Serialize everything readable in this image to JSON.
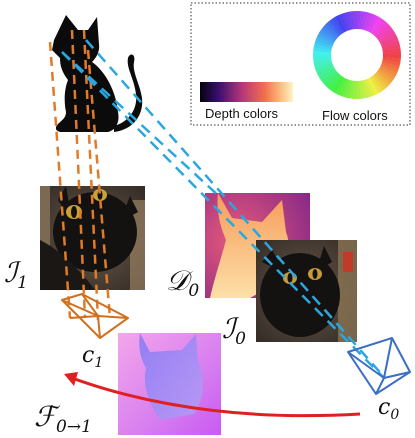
{
  "legend": {
    "depth_label": "Depth colors",
    "flow_label": "Flow colors"
  },
  "labels": {
    "image1": {
      "main": "ℐ",
      "sub": "1"
    },
    "image0": {
      "main": "ℐ",
      "sub": "0"
    },
    "depth0": {
      "main": "𝒟",
      "sub": "0"
    },
    "flow": {
      "main": "ℱ",
      "sub": "0→1"
    },
    "cam1": {
      "main": "c",
      "sub": "1"
    },
    "cam0": {
      "main": "c",
      "sub": "0"
    }
  },
  "colors": {
    "orange_projection": "#e07b2a",
    "blue_projection": "#2aa7e0",
    "red_arrow": "#e02020",
    "camera0": "#3a6fc4",
    "camera1": "#d0701e",
    "cat_silhouette": "#0b0b0b"
  },
  "icons": {
    "cat": "cat-silhouette-icon",
    "camera0": "camera-frustum-icon",
    "camera1": "camera-frustum-icon",
    "flow_wheel": "color-wheel-icon",
    "depth_bar": "magma-gradient-icon"
  }
}
